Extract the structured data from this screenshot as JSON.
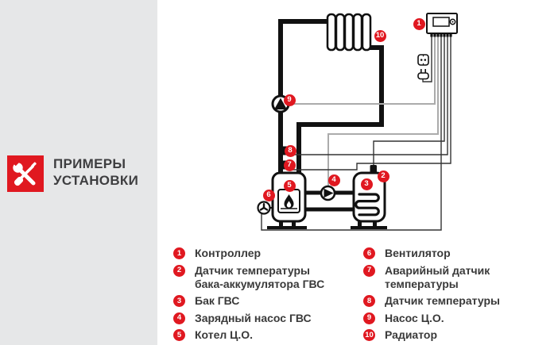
{
  "brand": {
    "title": "ПРИМЕРЫ\nУСТАНОВКИ",
    "icon": "tools-icon"
  },
  "legend": {
    "left": [
      {
        "num": "1",
        "label": "Контроллер"
      },
      {
        "num": "2",
        "label": "Датчик температуры\nбака-аккумулятора ГВС"
      },
      {
        "num": "3",
        "label": "Бак ГВС"
      },
      {
        "num": "4",
        "label": "Зарядный насос ГВС"
      },
      {
        "num": "5",
        "label": "Котел Ц.О."
      }
    ],
    "right": [
      {
        "num": "6",
        "label": "Вентилятор"
      },
      {
        "num": "7",
        "label": "Аварийный датчик\nтемпературы"
      },
      {
        "num": "8",
        "label": "Датчик температуры"
      },
      {
        "num": "9",
        "label": "Насос Ц.О."
      },
      {
        "num": "10",
        "label": "Радиатор"
      }
    ]
  },
  "diagram": {
    "badges": [
      {
        "num": "1",
        "name": "controller"
      },
      {
        "num": "2",
        "name": "dhw-tank-temperature-sensor"
      },
      {
        "num": "3",
        "name": "dhw-tank"
      },
      {
        "num": "4",
        "name": "dhw-charging-pump"
      },
      {
        "num": "5",
        "name": "central-heating-boiler"
      },
      {
        "num": "6",
        "name": "fan"
      },
      {
        "num": "7",
        "name": "emergency-temperature-sensor"
      },
      {
        "num": "8",
        "name": "temperature-sensor"
      },
      {
        "num": "9",
        "name": "central-heating-pump"
      },
      {
        "num": "10",
        "name": "radiator"
      }
    ]
  },
  "colors": {
    "badge_red": "#e01820",
    "panel_gray": "#e6e7e8",
    "text_dark": "#3a3a3a",
    "line_black": "#111111",
    "wire_gray": "#ababab"
  }
}
